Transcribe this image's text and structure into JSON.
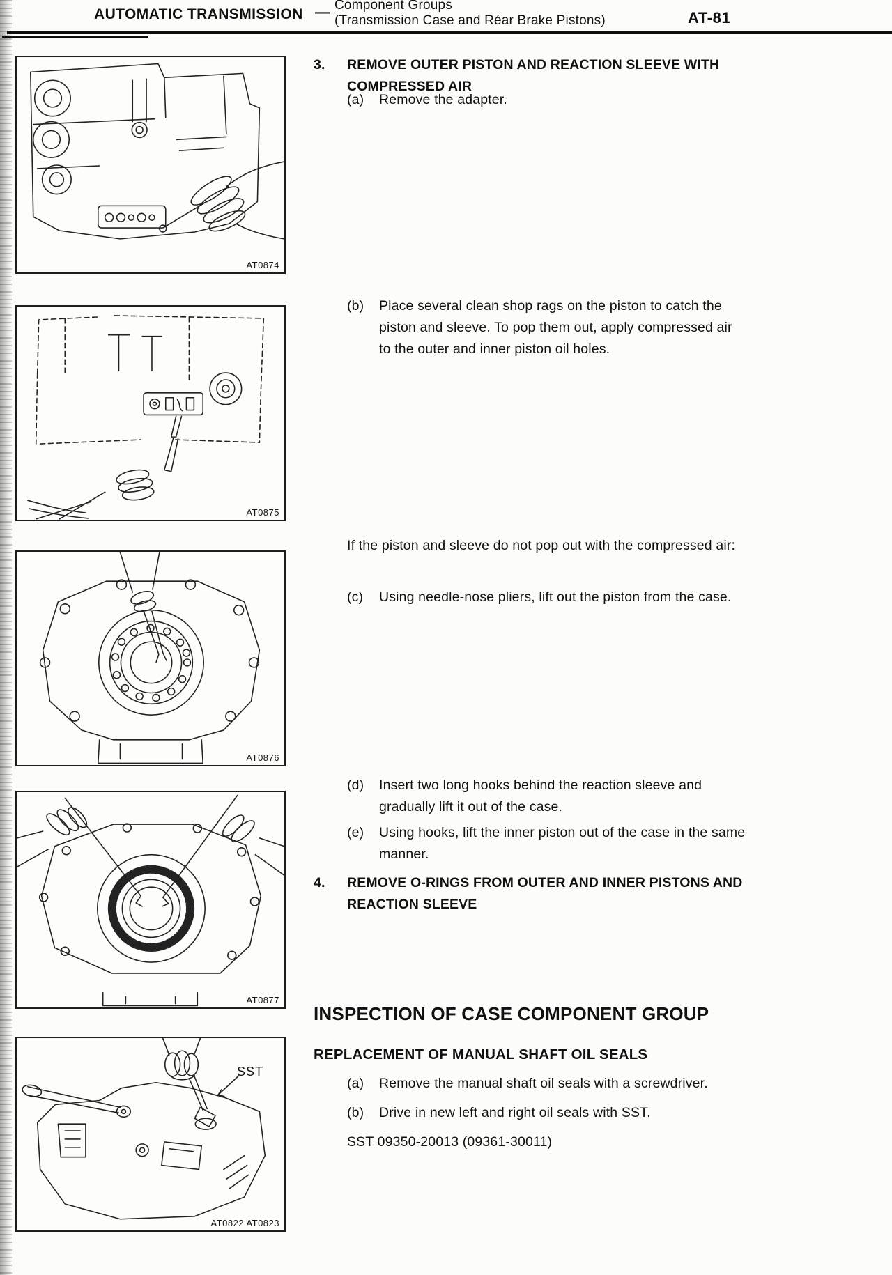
{
  "header": {
    "title": "AUTOMATIC TRANSMISSION",
    "separator": "—",
    "subtitle_line1": "Component Groups",
    "subtitle_line2": "(Transmission Case and Réar Brake Pistons)",
    "page_number": "AT-81"
  },
  "figures": [
    {
      "code": "AT0874"
    },
    {
      "code": "AT0875"
    },
    {
      "code": "AT0876"
    },
    {
      "code": "AT0877"
    },
    {
      "code": "AT0822 AT0823",
      "callout": "SST"
    }
  ],
  "content": {
    "step3": {
      "number": "3.",
      "title": "REMOVE OUTER PISTON AND REACTION SLEEVE WITH COMPRESSED AIR",
      "items": [
        {
          "label": "(a)",
          "text": "Remove the adapter."
        },
        {
          "label": "(b)",
          "text": "Place several clean shop rags on the piston to catch the piston and sleeve. To pop them out, apply compressed air to the outer and inner piston oil holes."
        }
      ],
      "note": "If the piston and sleeve do not pop out with the compressed air:",
      "items2": [
        {
          "label": "(c)",
          "text": "Using needle-nose pliers, lift out the piston from the case."
        },
        {
          "label": "(d)",
          "text": "Insert two long hooks behind the reaction sleeve and gradually lift it out of the case."
        },
        {
          "label": "(e)",
          "text": "Using hooks, lift the inner piston out of the case in the same manner."
        }
      ]
    },
    "step4": {
      "number": "4.",
      "title": "REMOVE O-RINGS FROM OUTER AND INNER PISTONS AND REACTION SLEEVE"
    },
    "inspection": {
      "heading": "INSPECTION OF CASE COMPONENT GROUP",
      "subheading": "REPLACEMENT OF MANUAL SHAFT OIL SEALS",
      "items": [
        {
          "label": "(a)",
          "text": "Remove the manual shaft oil seals with a screwdriver."
        },
        {
          "label": "(b)",
          "text": "Drive in new left and right oil seals with SST."
        }
      ],
      "sst_line": "SST 09350-20013 (09361-30011)"
    }
  }
}
